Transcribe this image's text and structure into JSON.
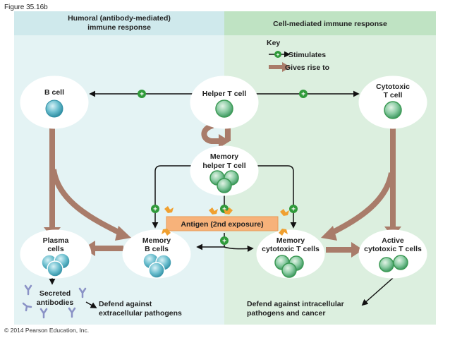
{
  "figure_label": "Figure 35.16b",
  "copyright": "© 2014 Pearson Education, Inc.",
  "panels": {
    "humoral": {
      "title_line1": "Humoral (antibody-mediated)",
      "title_line2": "immune response",
      "color": "#cfe9ec",
      "bg": "#e4f3f4"
    },
    "cell_mediated": {
      "title": "Cell-mediated immune response",
      "color": "#bfe3c3",
      "bg": "#dcefdf"
    }
  },
  "key": {
    "title": "Key",
    "stimulates": "Stimulates",
    "gives_rise_to": "Gives rise to"
  },
  "cells": {
    "b_cell": {
      "label": "B cell"
    },
    "helper_t": {
      "label": "Helper T cell"
    },
    "cytotoxic_t": {
      "line1": "Cytotoxic",
      "line2": "T cell"
    },
    "memory_helper_t": {
      "line1": "Memory",
      "line2": "helper T cell"
    },
    "plasma": {
      "line1": "Plasma",
      "line2": "cells"
    },
    "memory_b": {
      "line1": "Memory",
      "line2": "B cells"
    },
    "memory_cytotoxic_t": {
      "line1": "Memory",
      "line2": "cytotoxic T cells"
    },
    "active_cytotoxic_t": {
      "line1": "Active",
      "line2": "cytotoxic T cells"
    }
  },
  "antigen": {
    "label": "Antigen (2nd exposure)"
  },
  "secreted_antibodies": {
    "line1": "Secreted",
    "line2": "antibodies"
  },
  "outcomes": {
    "humoral": {
      "line1": "Defend against",
      "line2": "extracellular pathogens"
    },
    "cell_mediated": {
      "line1": "Defend against intracellular",
      "line2": "pathogens and cancer"
    }
  },
  "colors": {
    "gives_rise_arrow": "#a97c6a",
    "stimulate_plus": "#2f9a3a",
    "b_cell_fill": "#5fb8c9",
    "t_cell_fill": "#7fc49a",
    "t_cell_ring": "#3c9a55",
    "antigen_box": "#f7b27a",
    "antigen_mark": "#f0a030",
    "antibody": "#8a92c6"
  }
}
